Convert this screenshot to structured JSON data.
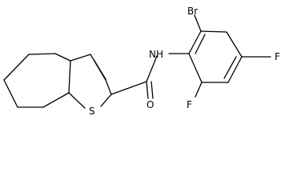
{
  "atoms": {
    "bromine": "Br",
    "amide_nitrogen": "NH",
    "fluorine_para": "F",
    "fluorine_ortho": "F",
    "amide_oxygen": "O",
    "thiophene_sulfur": "S"
  }
}
